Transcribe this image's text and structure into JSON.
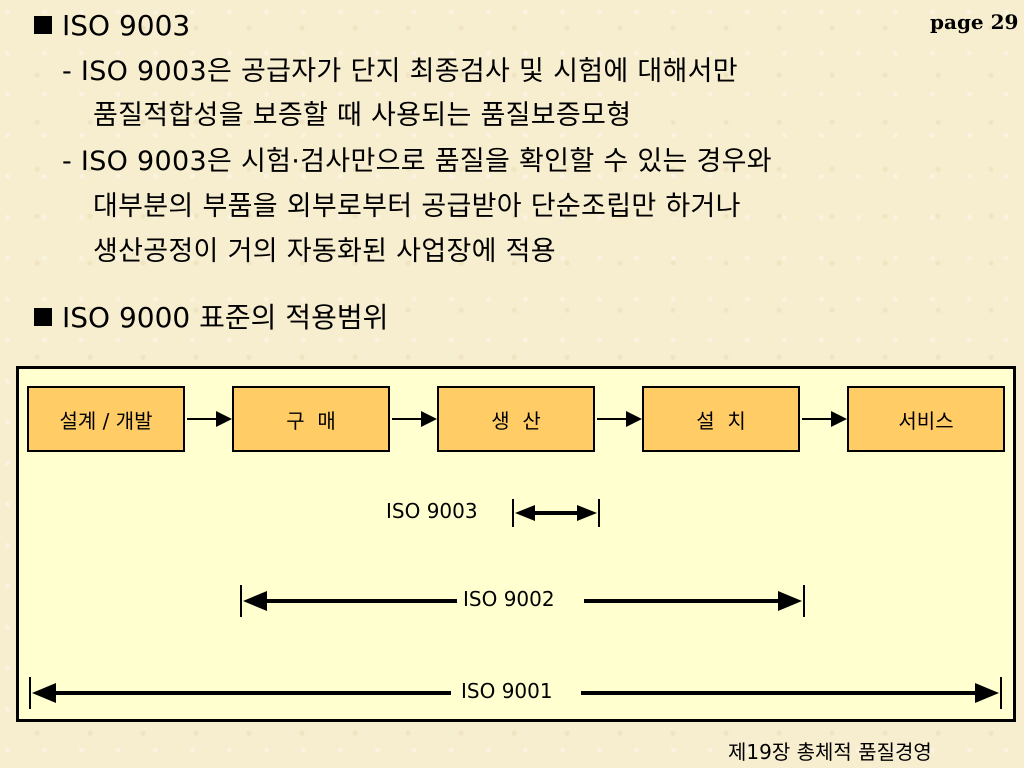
{
  "page": {
    "number": "page 29"
  },
  "section1": {
    "bullet": "■",
    "heading": "ISO 9003",
    "items": [
      {
        "lines": [
          "- ISO 9003은 공급자가 단지 최종검사 및 시험에 대해서만",
          "품질적합성을 보증할 때 사용되는 품질보증모형"
        ]
      },
      {
        "lines": [
          "- ISO 9003은 시험·검사만으로 품질을 확인할 수 있는 경우와",
          "대부분의 부품을 외부로부터 공급받아 단순조립만 하거나",
          "생산공정이 거의 자동화된 사업장에 적용"
        ]
      }
    ]
  },
  "section2": {
    "bullet": "■",
    "heading": "ISO 9000 표준의 적용범위"
  },
  "diagram": {
    "stages": [
      "설계 / 개발",
      "구  매",
      "생  산",
      "설  치",
      "서비스"
    ],
    "ranges": [
      {
        "label": "ISO 9003"
      },
      {
        "label": "ISO 9002"
      },
      {
        "label": "ISO 9001"
      }
    ]
  },
  "footer": {
    "chapter": "제19장  총체적 품질경영"
  }
}
